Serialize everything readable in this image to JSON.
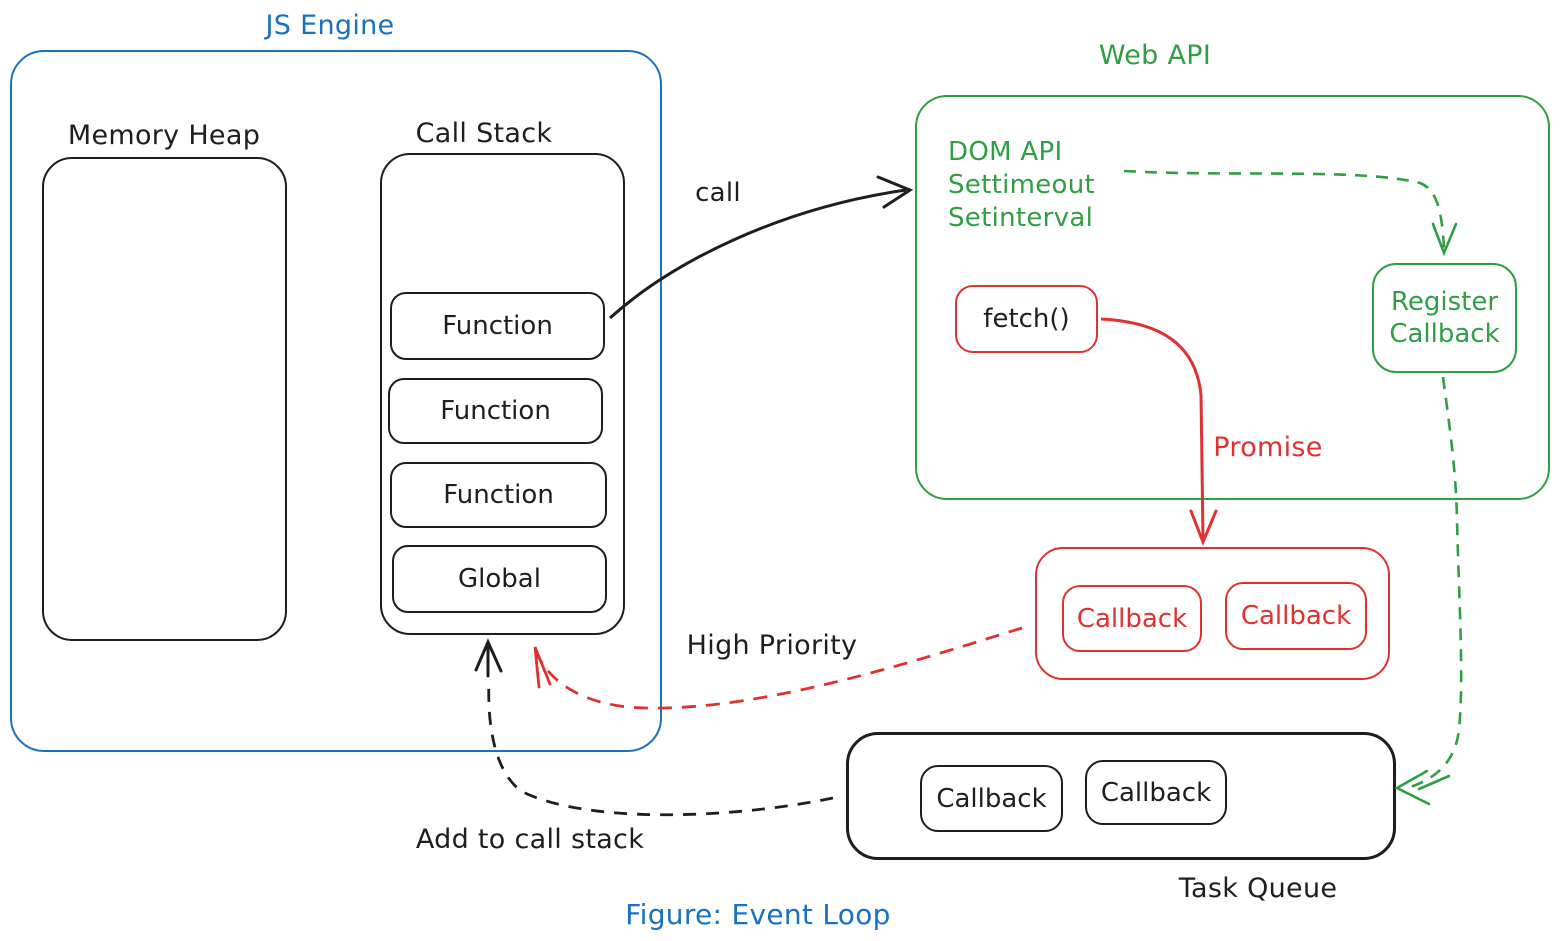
{
  "figure_caption": "Figure: Event Loop",
  "colors": {
    "blue": "#1971c2",
    "green": "#2f9e44",
    "red": "#e03131",
    "black": "#1e1e1e"
  },
  "js_engine": {
    "title": "JS Engine",
    "memory_heap": {
      "label": "Memory Heap"
    },
    "call_stack": {
      "label": "Call Stack",
      "frames": [
        "Function",
        "Function",
        "Function",
        "Global"
      ]
    }
  },
  "web_api": {
    "title": "Web API",
    "api_list": [
      "DOM API",
      "Settimeout",
      "Setinterval"
    ],
    "fetch_label": "fetch()",
    "register_callback_label": "Register Callback"
  },
  "microtask_queue": {
    "items": [
      "Callback",
      "Callback"
    ]
  },
  "task_queue": {
    "label": "Task Queue",
    "items": [
      "Callback",
      "Callback"
    ]
  },
  "annotations": {
    "call": "call",
    "promise": "Promise",
    "high_priority": "High Priority",
    "add_to_call_stack": "Add to call stack"
  }
}
